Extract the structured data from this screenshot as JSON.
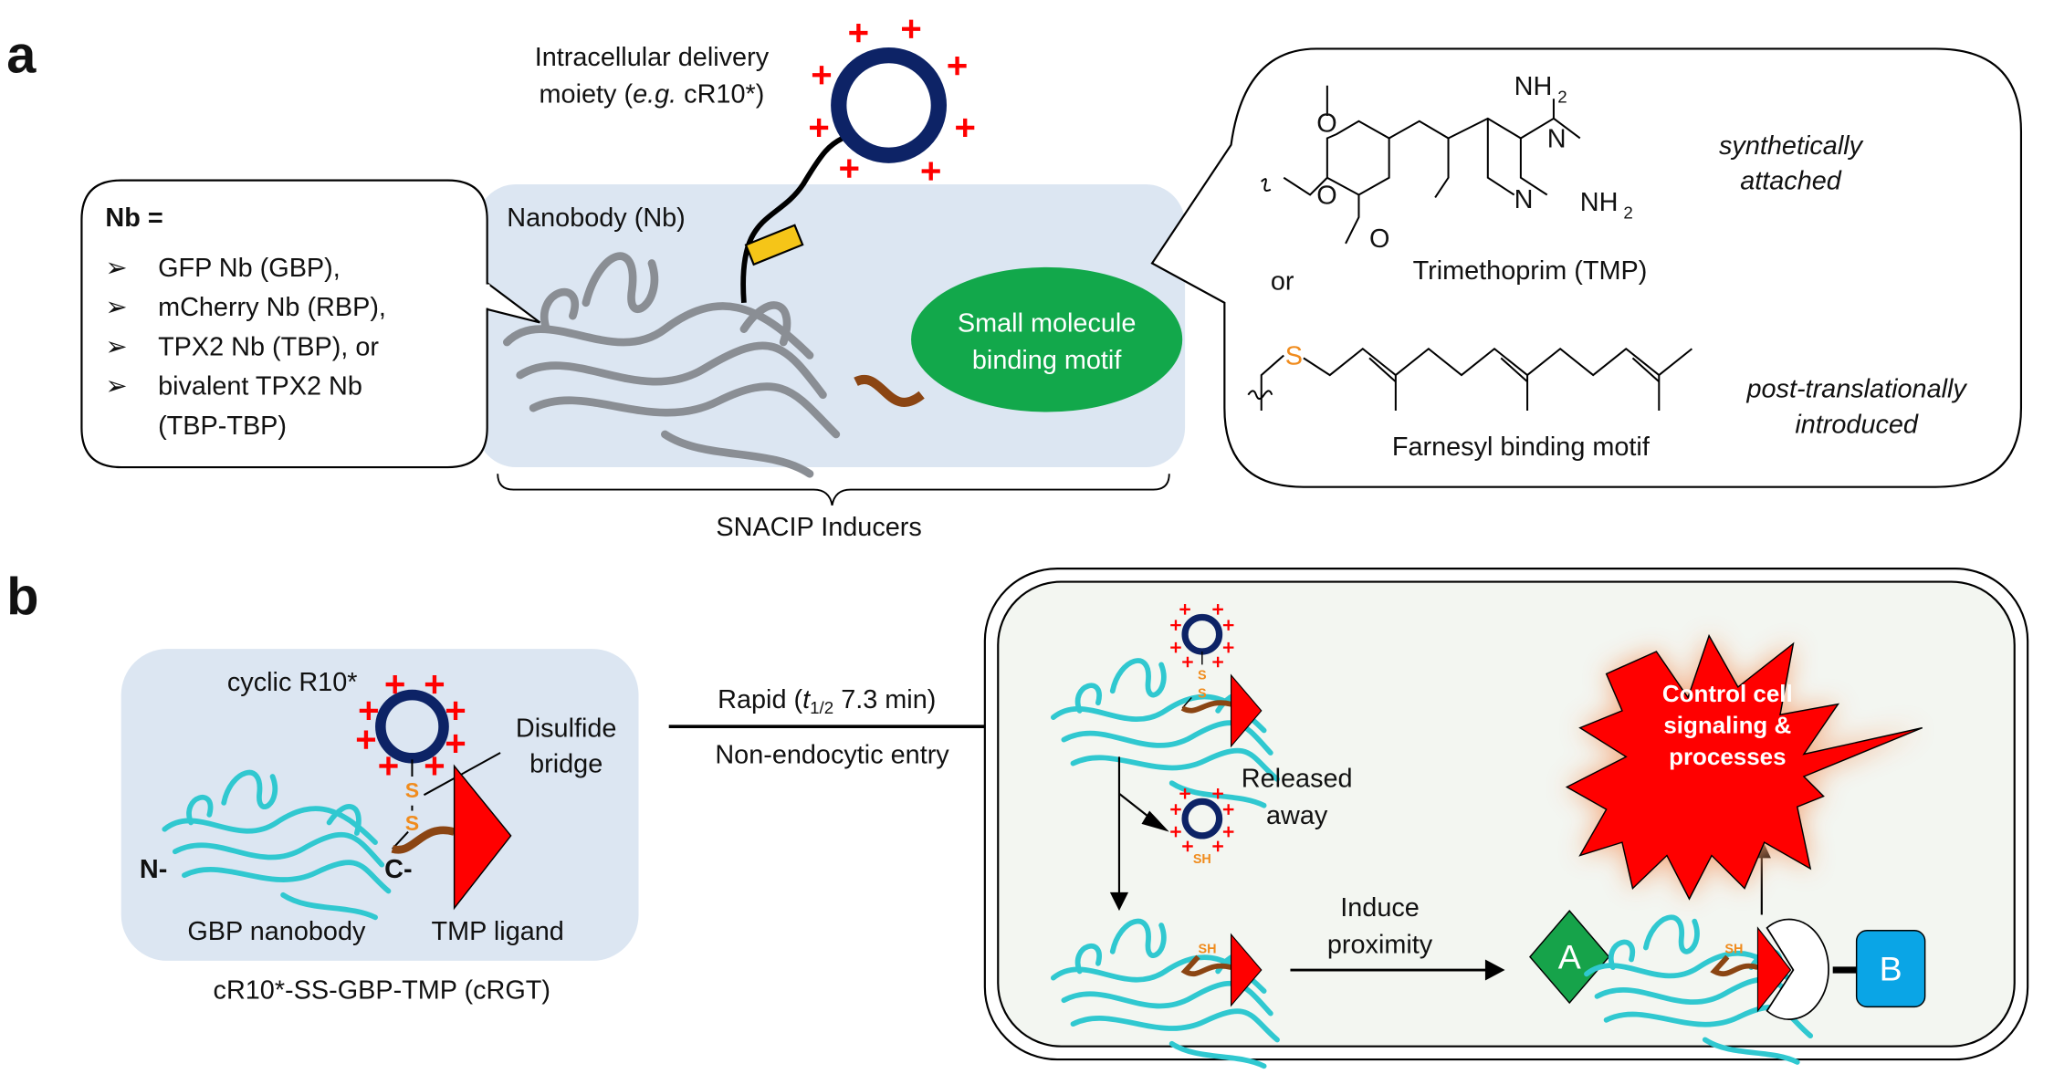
{
  "colors": {
    "ring": "#0d2366",
    "plus": "#ff0000",
    "nb_box": "#dce6f2",
    "motif": "#12a84b",
    "linker": "#8b4513",
    "ligand": "#ff0000",
    "cyan": "#30c8d0",
    "sulfur": "#f08c1e",
    "cell_bg": "#f3f6f1",
    "star": "#ff0000",
    "a_box": "#16a34a",
    "b_box": "#0aa5e6",
    "yellow_tag": "#f5c518"
  },
  "panel_a": {
    "label": "a",
    "delivery": {
      "line1": "Intracellular delivery",
      "line2_pre": "moiety (",
      "line2_it": "e.g.",
      "line2_post": " cR10*)"
    },
    "nanobody_label": "Nanobody (Nb)",
    "nb_list": {
      "title": "Nb =",
      "bullet": "➢",
      "items": [
        "GFP Nb (GBP),",
        "mCherry Nb (RBP),",
        "TPX2 Nb (TBP), or",
        "bivalent TPX2 Nb",
        "(TBP-TBP)"
      ]
    },
    "motif": {
      "line1": "Small molecule",
      "line2": "binding motif"
    },
    "brace_label": "SNACIP Inducers",
    "chem": {
      "nh2": "NH",
      "sub2": "2",
      "n": "N",
      "o": "O",
      "s": "S",
      "or": "or",
      "tmp_name": "Trimethoprim (TMP)",
      "tmp_note1": "synthetically",
      "tmp_note2": "attached",
      "farn_name": "Farnesyl binding motif",
      "farn_note1": "post-translationally",
      "farn_note2": "introduced"
    }
  },
  "panel_b": {
    "label": "b",
    "cyclic": "cyclic R10*",
    "disulfide1": "Disulfide",
    "disulfide2": "bridge",
    "s": "S",
    "sh": "SH",
    "n_term": "N-",
    "c_term": "C-",
    "gbp": "GBP nanobody",
    "tmp": "TMP ligand",
    "construct": "cR10*-SS-GBP-TMP (cRGT)",
    "entry1_pre": "Rapid (",
    "entry1_t": "t",
    "entry1_sub": "1/2",
    "entry1_post": " 7.3 min)",
    "entry2": "Non-endocytic entry",
    "released1": "Released",
    "released2": "away",
    "induce1": "Induce",
    "induce2": "proximity",
    "star1": "Control cell",
    "star2": "signaling &",
    "star3": "processes",
    "a": "A",
    "b": "B"
  }
}
